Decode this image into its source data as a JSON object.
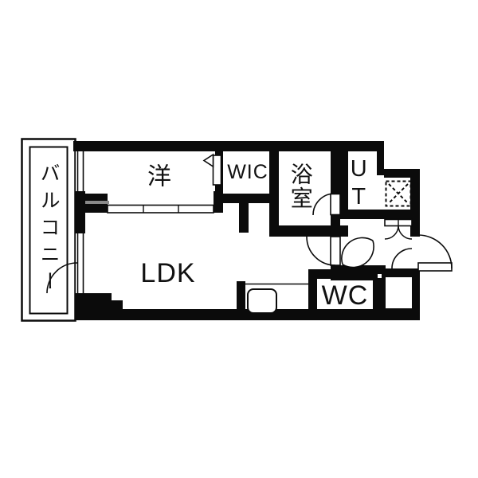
{
  "floorplan": {
    "rooms": {
      "balcony": {
        "label": "バルコニー"
      },
      "bedroom": {
        "label": "洋"
      },
      "wic": {
        "label": "WIC"
      },
      "bathroom": {
        "label": "浴室"
      },
      "utility": {
        "label": "UT"
      },
      "ldk": {
        "label": "LDK"
      },
      "toilet": {
        "label": "WC"
      }
    },
    "colors": {
      "wall": "#0b0b0b",
      "floor": "#ffffff",
      "slide_track": "#8a8a8a"
    }
  }
}
